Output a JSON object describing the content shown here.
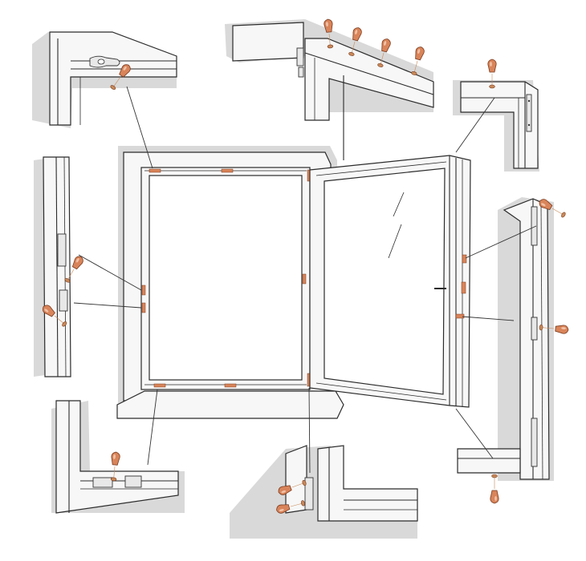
{
  "colors": {
    "background": "#ffffff",
    "shadow": "#d9d9d9",
    "frame_fill": "#f7f7f7",
    "line": "#2b2b2b",
    "hardware_accent": "#d9845a",
    "hardware_stem": "#c98a5a"
  },
  "icons": {
    "pin": "mushroom-locking-pin-icon"
  },
  "pins": [
    {
      "id": "top-left-corner-pin",
      "rot": 35
    },
    {
      "id": "top-strip-pin-1",
      "rot": -5
    },
    {
      "id": "top-strip-pin-2",
      "rot": 15
    },
    {
      "id": "top-strip-pin-3",
      "rot": 15
    },
    {
      "id": "top-strip-pin-4",
      "rot": 15
    },
    {
      "id": "top-right-corner-pin",
      "rot": 0
    },
    {
      "id": "left-upper-pin",
      "rot": 30
    },
    {
      "id": "left-lower-pin",
      "rot": -50
    },
    {
      "id": "right-upper-pin",
      "rot": -60
    },
    {
      "id": "right-middle-pin",
      "rot": 95
    },
    {
      "id": "right-bottom-pin",
      "rot": 180
    },
    {
      "id": "bottom-left-pin",
      "rot": 5
    },
    {
      "id": "bottom-center-pin-1",
      "rot": 250
    },
    {
      "id": "bottom-center-pin-2",
      "rot": 255
    }
  ]
}
